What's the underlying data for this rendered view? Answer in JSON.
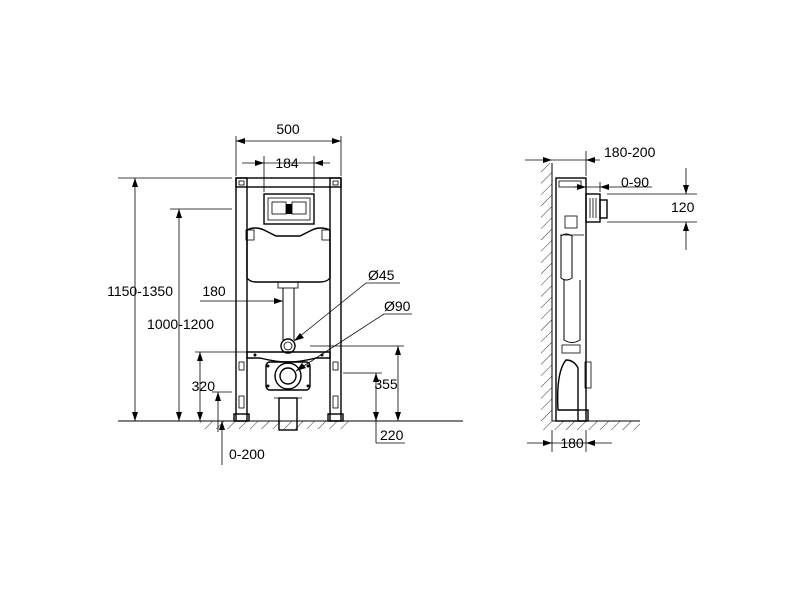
{
  "front_view": {
    "width_total": "500",
    "width_inner": "184",
    "height_total": "1150-1350",
    "height_cistern": "1000-1200",
    "offset_180": "180",
    "pipe_45": "Ø45",
    "pipe_90": "Ø90",
    "height_320": "320",
    "height_355": "355",
    "width_220": "220",
    "foot_adjust": "0-200"
  },
  "side_view": {
    "depth_range": "180-200",
    "flush_adjust": "0-90",
    "height_120": "120",
    "base_depth": "180"
  },
  "colors": {
    "line": "#000000",
    "background": "#ffffff"
  }
}
